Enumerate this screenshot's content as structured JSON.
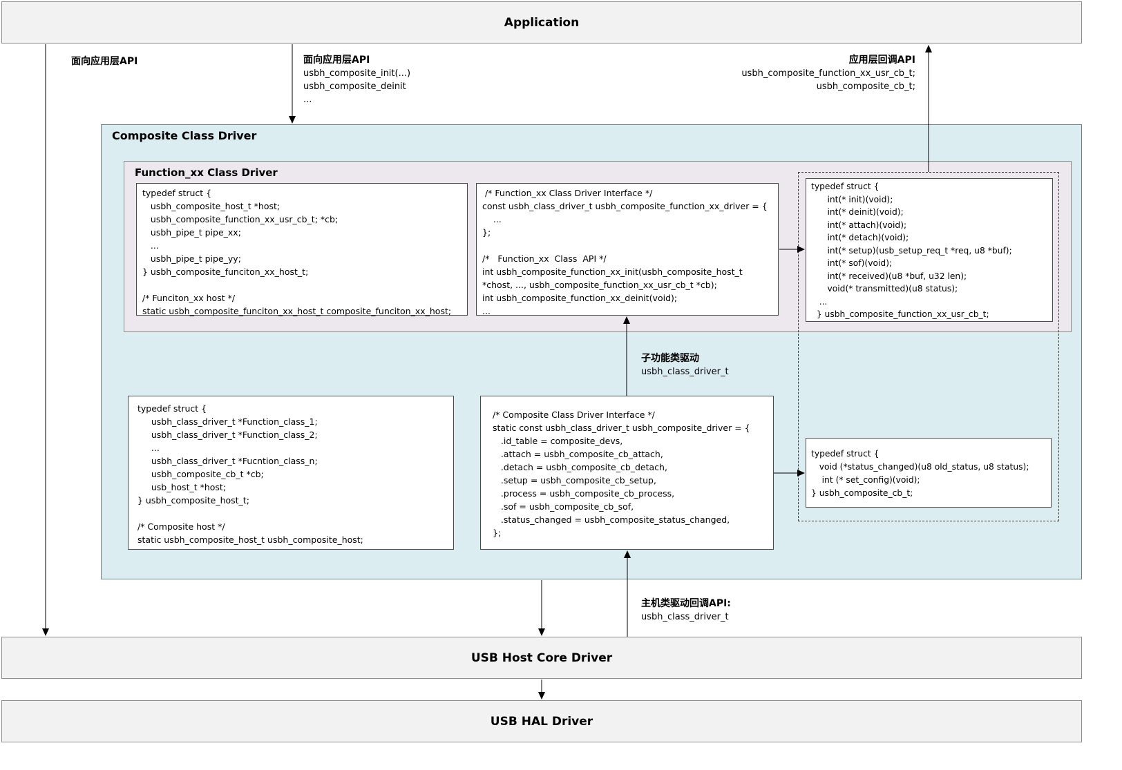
{
  "layers": {
    "application": "Application",
    "composite_class_driver": "Composite Class Driver",
    "function_class_driver": "Function_xx  Class Driver",
    "usb_host_core_driver": "USB Host Core Driver",
    "usb_hal_driver": "USB HAL Driver"
  },
  "labels": {
    "left_app_api": "面向应用层API",
    "center_app_api": {
      "heading": "面向应用层API",
      "lines": [
        "usbh_composite_init(...)",
        "usbh_composite_deinit",
        "..."
      ]
    },
    "app_callback_api": {
      "heading": "应用层回调API",
      "lines": [
        "usbh_composite_function_xx_usr_cb_t;",
        "usbh_composite_cb_t;"
      ]
    },
    "sub_function_driver": {
      "heading": "子功能类驱动",
      "lines": [
        "usbh_class_driver_t"
      ]
    },
    "host_driver_callback": {
      "heading": "主机类驱动回调API:",
      "lines": [
        "usbh_class_driver_t"
      ]
    }
  },
  "code_blocks": {
    "function_host_struct": [
      "typedef struct {",
      "   usbh_composite_host_t *host;",
      "   usbh_composite_function_xx_usr_cb_t; *cb;",
      "   usbh_pipe_t pipe_xx;",
      "   ...",
      "   usbh_pipe_t pipe_yy;",
      "} usbh_composite_funciton_xx_host_t;",
      "",
      "/* Funciton_xx host */",
      "static usbh_composite_funciton_xx_host_t composite_funciton_xx_host;"
    ],
    "function_driver_interface": [
      " /* Function_xx Class Driver Interface */",
      "const usbh_class_driver_t usbh_composite_function_xx_driver = {",
      "    ...",
      "};",
      "",
      "/*   Function_xx  Class  API */",
      "int usbh_composite_function_xx_init(usbh_composite_host_t",
      "*chost, ..., usbh_composite_function_xx_usr_cb_t *cb);",
      "int usbh_composite_function_xx_deinit(void);",
      "..."
    ],
    "function_usr_cb_struct": [
      "typedef struct {",
      "      int(* init)(void);",
      "      int(* deinit)(void);",
      "      int(* attach)(void);",
      "      int(* detach)(void);",
      "      int(* setup)(usb_setup_req_t *req, u8 *buf);",
      "      int(* sof)(void);",
      "      int(* received)(u8 *buf, u32 len);",
      "      void(* transmitted)(u8 status);",
      "   ...",
      "  } usbh_composite_function_xx_usr_cb_t;"
    ],
    "composite_host_struct": [
      "typedef struct {",
      "     usbh_class_driver_t *Function_class_1;",
      "     usbh_class_driver_t *Function_class_2;",
      "     ...",
      "     usbh_class_driver_t *Fucntion_class_n;",
      "     usbh_composite_cb_t *cb;",
      "     usb_host_t *host;",
      "} usbh_composite_host_t;",
      "",
      "/* Composite host */",
      "static usbh_composite_host_t usbh_composite_host;"
    ],
    "composite_driver_interface": [
      "/* Composite Class Driver Interface */",
      "static const usbh_class_driver_t usbh_composite_driver = {",
      "   .id_table = composite_devs,",
      "   .attach = usbh_composite_cb_attach,",
      "   .detach = usbh_composite_cb_detach,",
      "   .setup = usbh_composite_cb_setup,",
      "   .process = usbh_composite_cb_process,",
      "   .sof = usbh_composite_cb_sof,",
      "   .status_changed = usbh_composite_status_changed,",
      "};"
    ],
    "composite_cb_struct": [
      "typedef struct {",
      "   void (*status_changed)(u8 old_status, u8 status);",
      "    int (* set_config)(void);",
      "} usbh_composite_cb_t;"
    ]
  }
}
